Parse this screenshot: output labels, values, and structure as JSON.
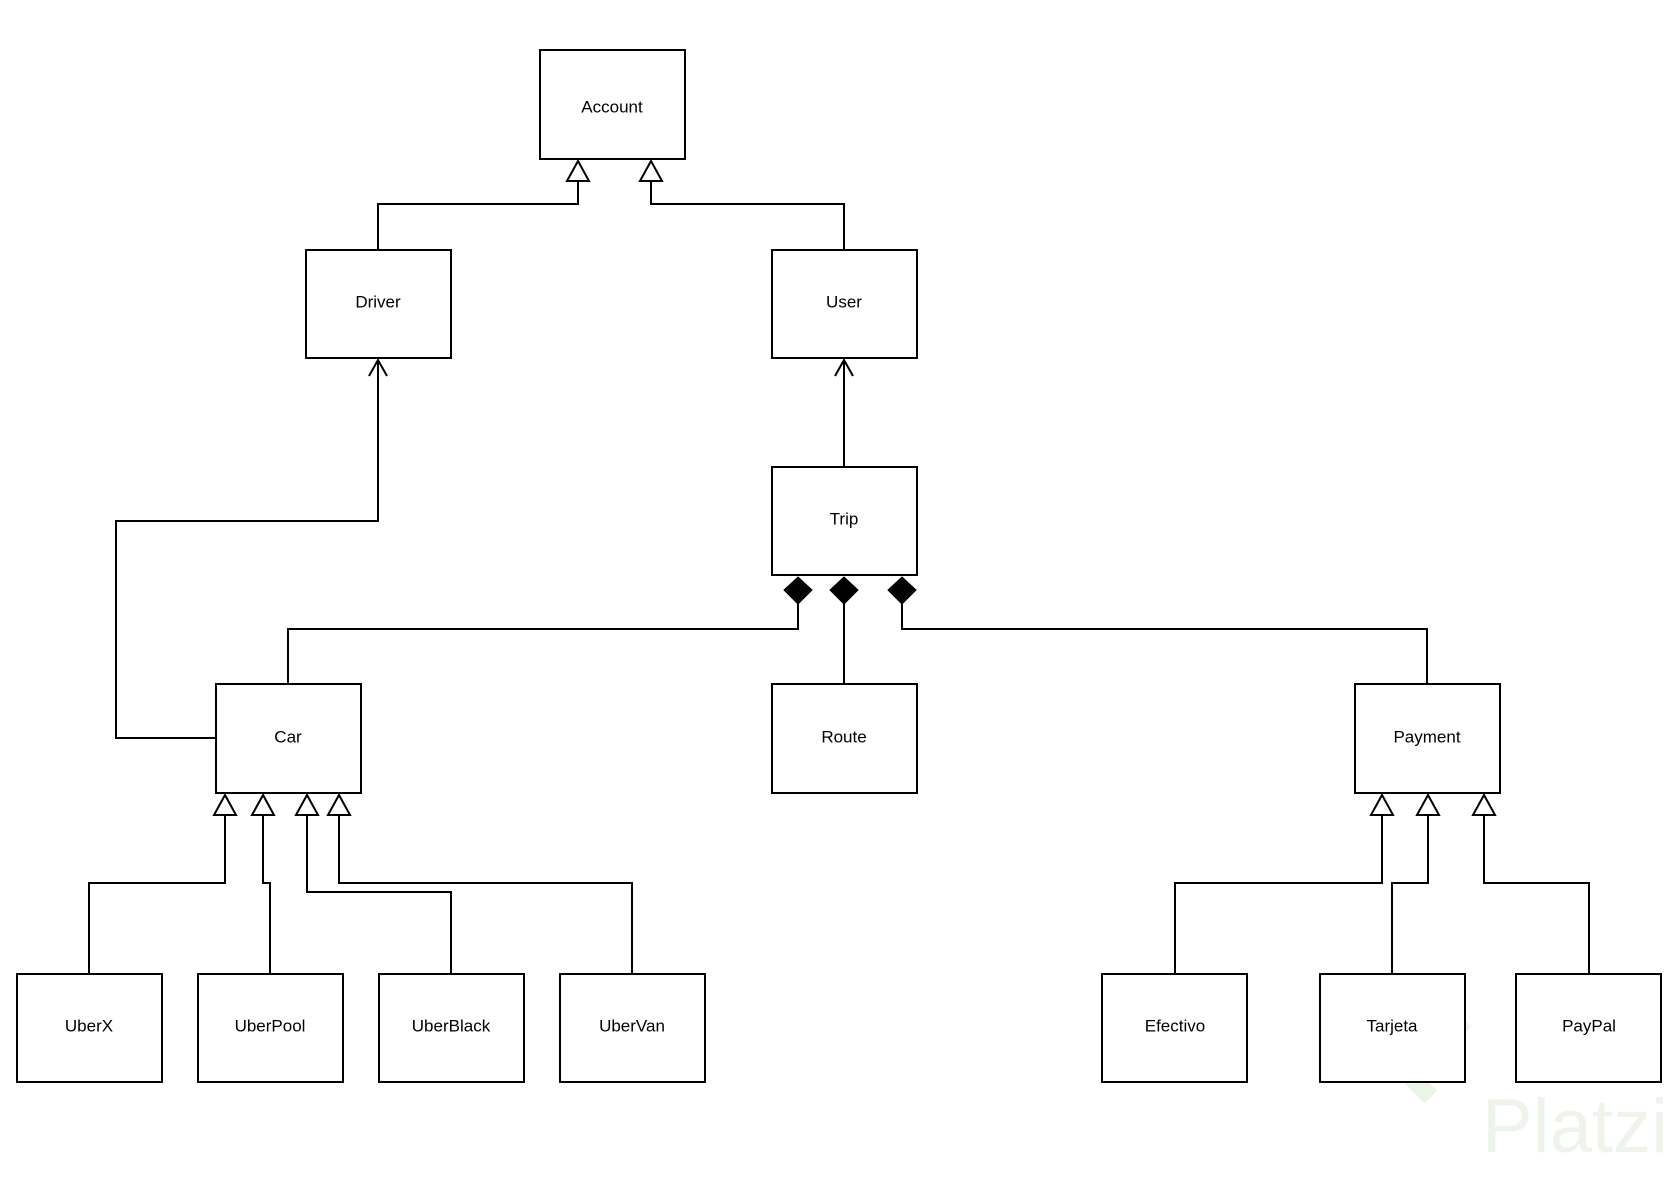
{
  "diagram": {
    "classes": {
      "account": "Account",
      "driver": "Driver",
      "user": "User",
      "trip": "Trip",
      "car": "Car",
      "route": "Route",
      "payment": "Payment",
      "uberx": "UberX",
      "uberpool": "UberPool",
      "uberblack": "UberBlack",
      "ubervan": "UberVan",
      "efectivo": "Efectivo",
      "tarjeta": "Tarjeta",
      "paypal": "PayPal"
    },
    "relationships": [
      {
        "from": "Driver",
        "to": "Account",
        "kind": "generalization"
      },
      {
        "from": "User",
        "to": "Account",
        "kind": "generalization"
      },
      {
        "from": "Car",
        "to": "Driver",
        "kind": "association"
      },
      {
        "from": "Trip",
        "to": "User",
        "kind": "association"
      },
      {
        "from": "Car",
        "to": "Trip",
        "kind": "composition"
      },
      {
        "from": "Route",
        "to": "Trip",
        "kind": "composition"
      },
      {
        "from": "Payment",
        "to": "Trip",
        "kind": "composition"
      },
      {
        "from": "UberX",
        "to": "Car",
        "kind": "generalization"
      },
      {
        "from": "UberPool",
        "to": "Car",
        "kind": "generalization"
      },
      {
        "from": "UberBlack",
        "to": "Car",
        "kind": "generalization"
      },
      {
        "from": "UberVan",
        "to": "Car",
        "kind": "generalization"
      },
      {
        "from": "Efectivo",
        "to": "Payment",
        "kind": "generalization"
      },
      {
        "from": "Tarjeta",
        "to": "Payment",
        "kind": "generalization"
      },
      {
        "from": "PayPal",
        "to": "Payment",
        "kind": "generalization"
      }
    ],
    "colors": {
      "stroke": "#000000",
      "background": "#ffffff",
      "watermark": "#eef4ec"
    }
  },
  "watermark": {
    "text": "Platzi",
    "icon": "platzi-logo-icon"
  }
}
